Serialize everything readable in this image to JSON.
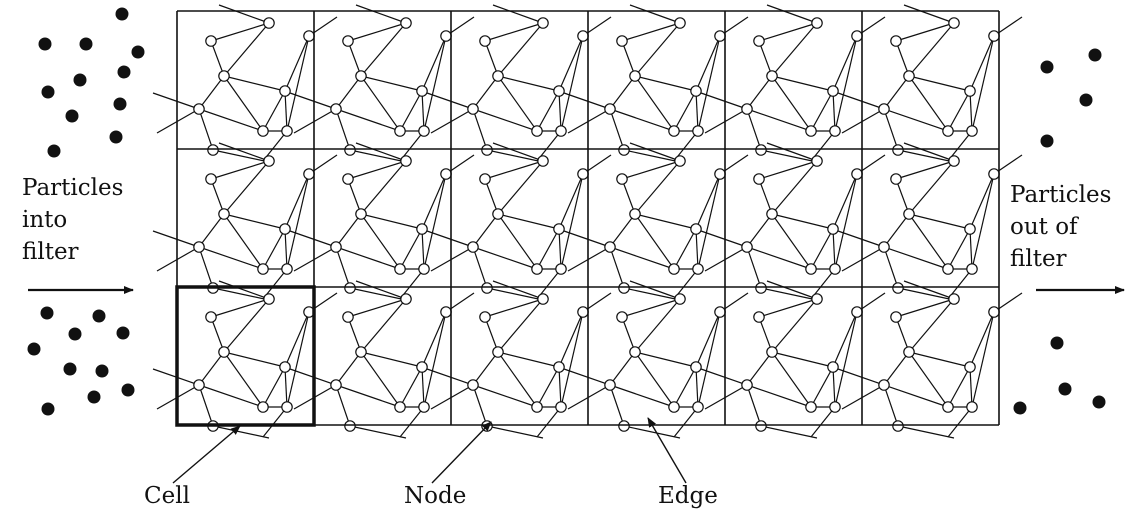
{
  "labels": {
    "inlet": "Particles\ninto\nfilter",
    "outlet": "Particles\nout of\nfilter",
    "cell": "Cell",
    "node": "Node",
    "edge": "Edge"
  },
  "grid": {
    "rows": 3,
    "columns": 6
  },
  "colors": {
    "ink": "#111111",
    "background": "#ffffff"
  }
}
